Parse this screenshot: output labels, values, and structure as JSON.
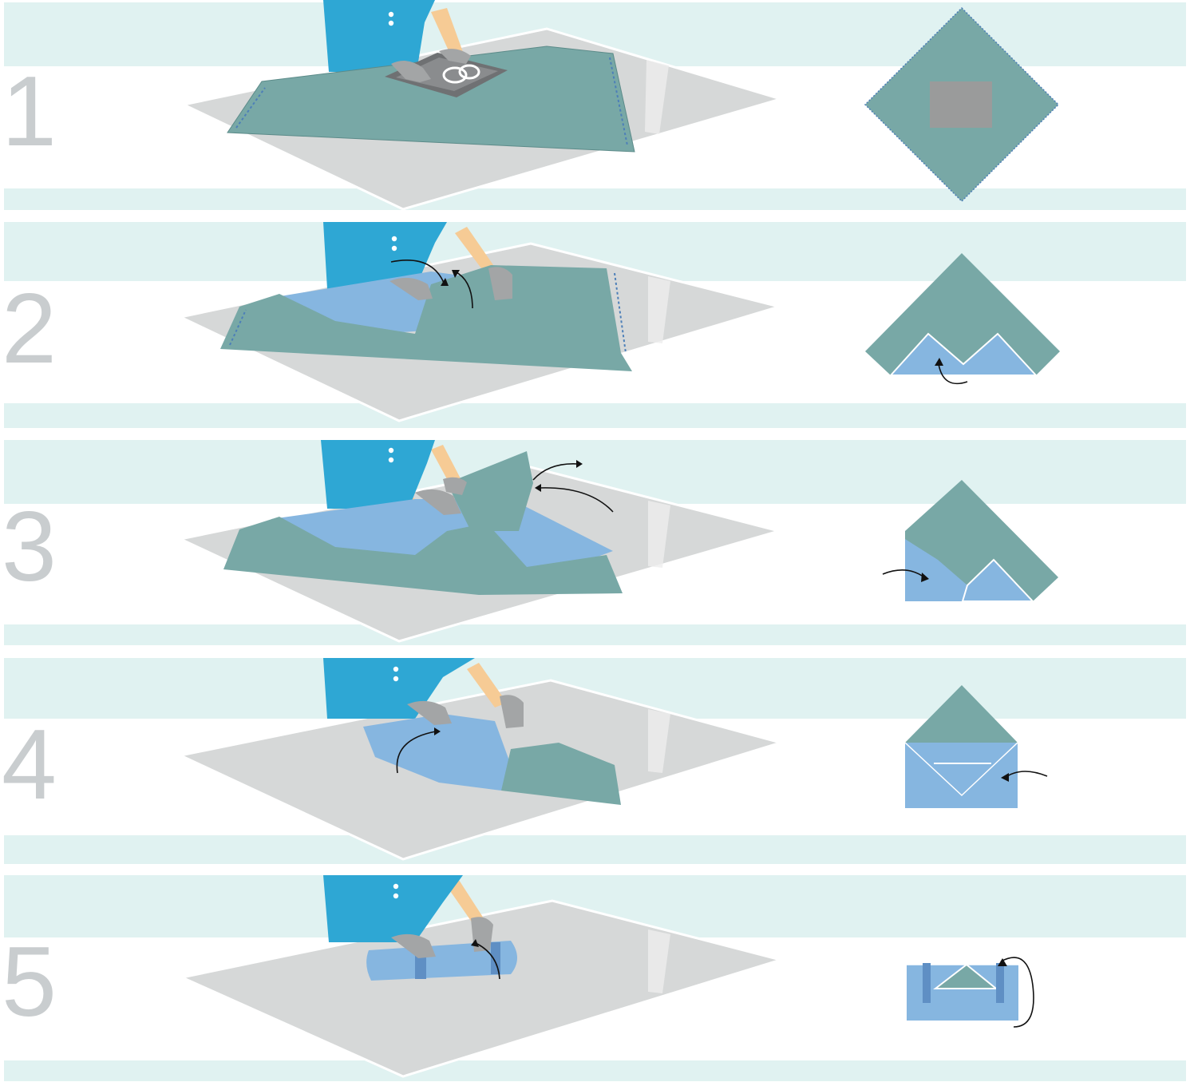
{
  "steps": [
    {
      "number": "1"
    },
    {
      "number": "2"
    },
    {
      "number": "3"
    },
    {
      "number": "4"
    },
    {
      "number": "5"
    }
  ],
  "colors": {
    "band": "#e0f2f1",
    "table": "#d6d8d8",
    "wrap_green": "#78a8a6",
    "wrap_blue": "#86b6e0",
    "scrubs": "#2ea7d4",
    "skin": "#f6cb95",
    "glove": "#a3a5a6",
    "tray": "#6f7173",
    "number": "#c9cdcf"
  }
}
